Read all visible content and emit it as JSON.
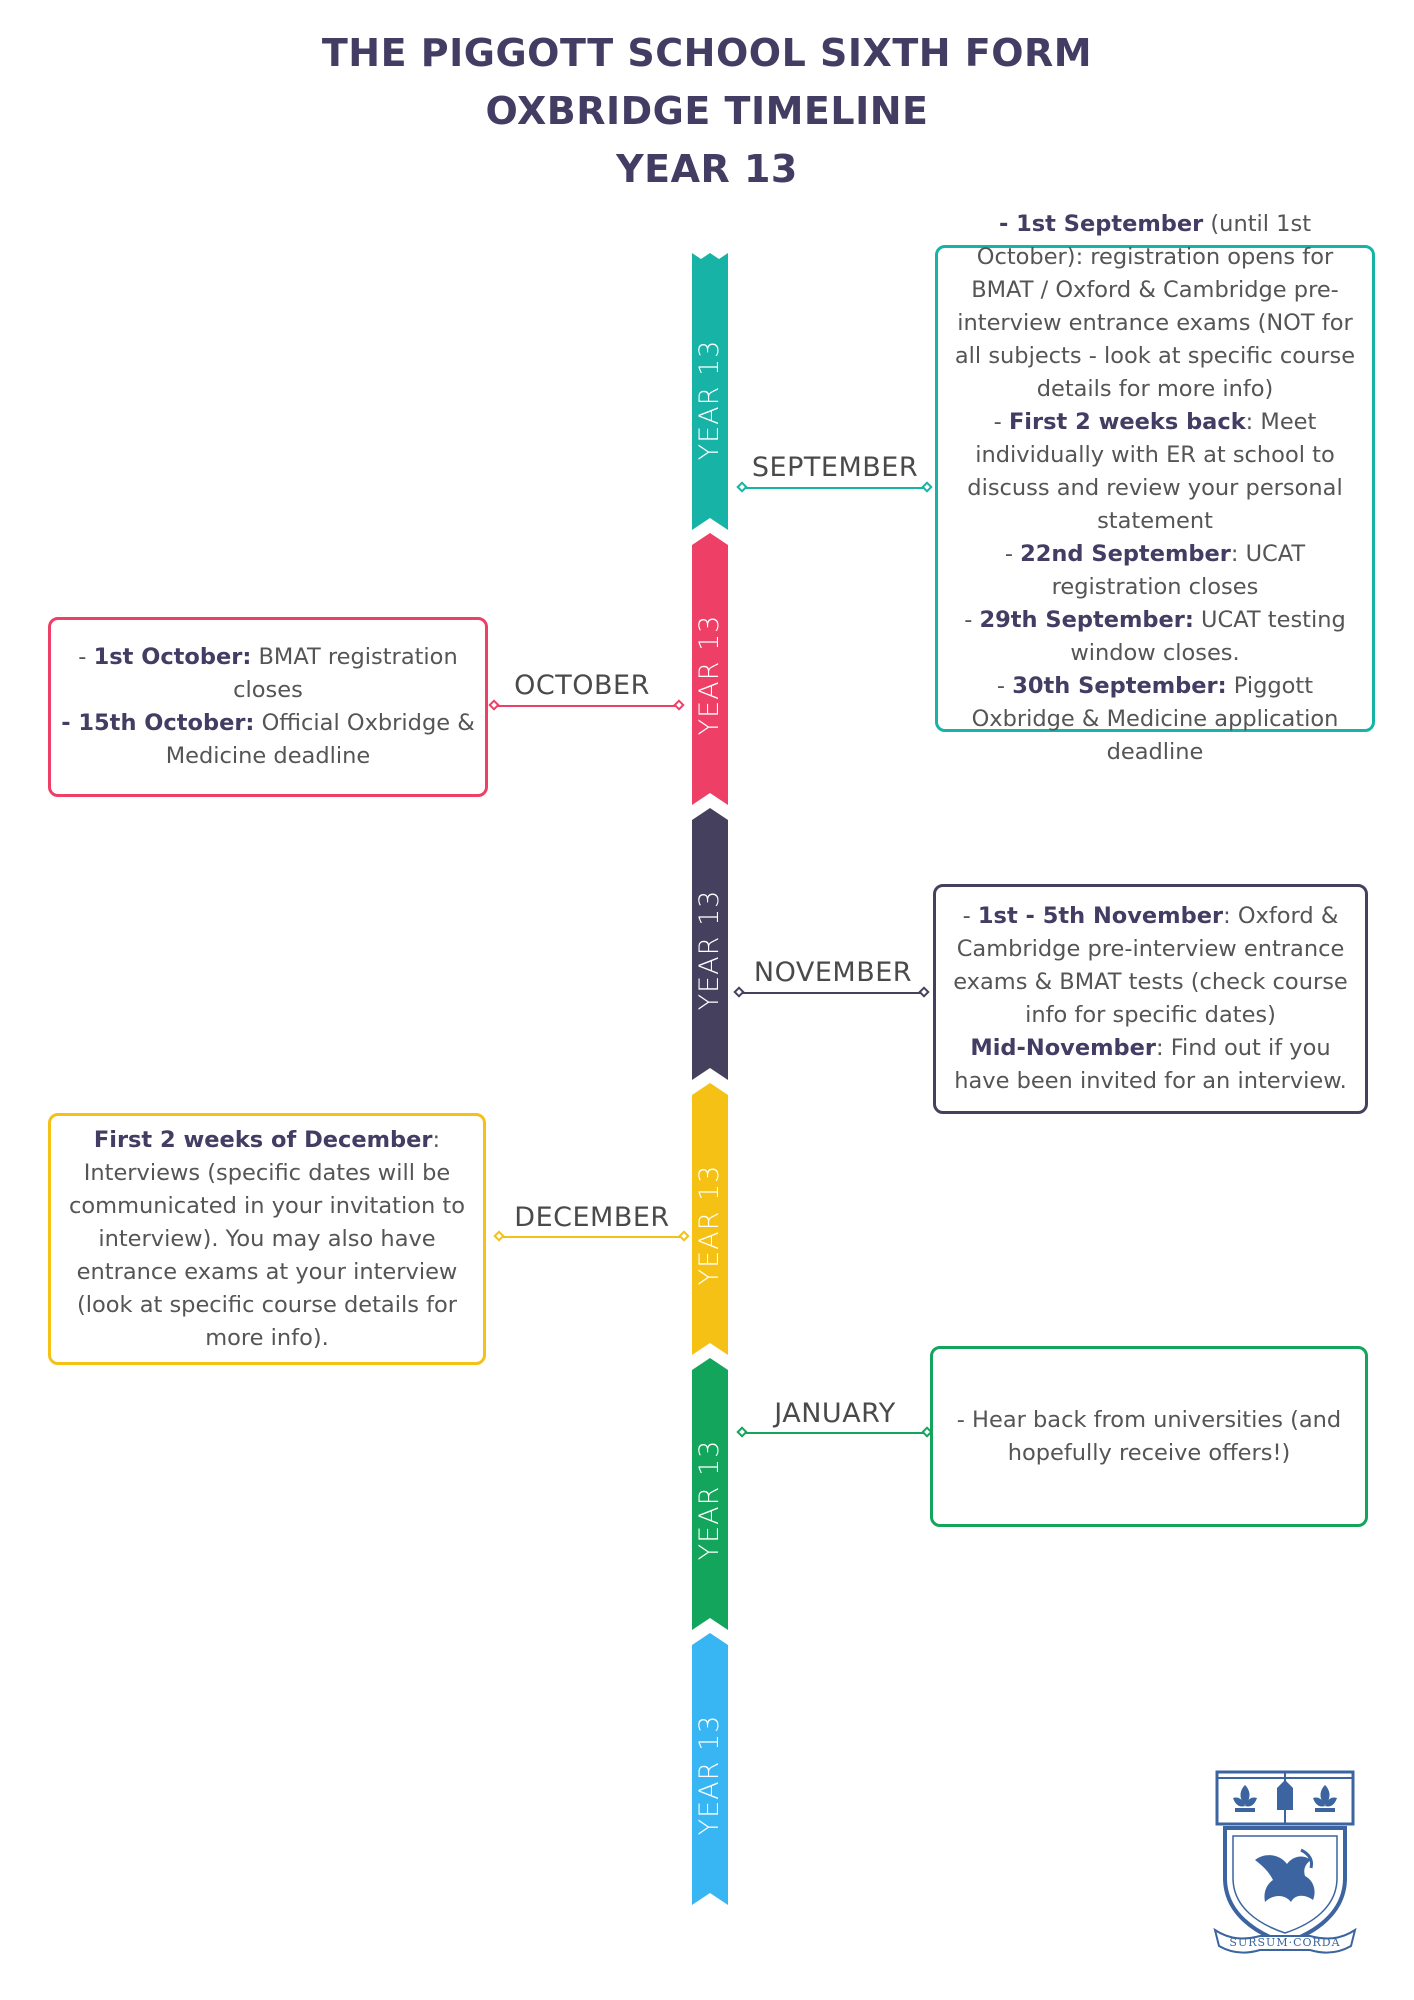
{
  "title": {
    "line1": "THE PIGGOTT SCHOOL SIXTH FORM",
    "line2": "OXBRIDGE TIMELINE",
    "line3": "YEAR 13"
  },
  "segment_label": "YEAR 13",
  "colors": {
    "title": "#433c63",
    "teal": "#16b3a6",
    "pink": "#ee3f66",
    "navy": "#46405f",
    "yellow": "#f4c114",
    "green": "#12a55b",
    "blue": "#38b6f4"
  },
  "months": [
    {
      "name": "SEPTEMBER",
      "color": "#16b3a6",
      "side": "right",
      "items": [
        {
          "bold": "- 1st September",
          "text": " (until 1st October): registration opens for BMAT / Oxford & Cambridge pre-interview entrance exams (NOT for all subjects - look at specific course details for more info)"
        },
        {
          "prefix": "- ",
          "bold": "First 2 weeks back",
          "text": ": Meet individually with ER at school to discuss and review your personal statement"
        },
        {
          "prefix": "- ",
          "bold": "22nd September",
          "text": ": UCAT registration closes"
        },
        {
          "prefix": "- ",
          "bold": "29th September:",
          "text": " UCAT testing window closes."
        },
        {
          "prefix": "- ",
          "bold": "30th September:",
          "text": " Piggott Oxbridge & Medicine application deadline"
        }
      ]
    },
    {
      "name": "OCTOBER",
      "color": "#ee3f66",
      "side": "left",
      "items": [
        {
          "prefix": "- ",
          "bold": "1st October:",
          "text": " BMAT registration closes"
        },
        {
          "bold": "- 15th October:",
          "text": " Official Oxbridge & Medicine deadline"
        }
      ]
    },
    {
      "name": "NOVEMBER",
      "color": "#46405f",
      "side": "right",
      "items": [
        {
          "prefix": "- ",
          "bold": "1st - 5th November",
          "text": ": Oxford & Cambridge pre-interview entrance exams & BMAT tests (check course info for specific dates)"
        },
        {
          "bold": "Mid-November",
          "text": ": Find out if you have been invited for an interview."
        }
      ]
    },
    {
      "name": "DECEMBER",
      "color": "#f4c114",
      "side": "left",
      "items": [
        {
          "bold": "First 2 weeks of December",
          "text": ": Interviews (specific dates will be communicated in your invitation to interview). You may also have entrance exams at your interview (look at specific course details for more info)."
        }
      ]
    },
    {
      "name": "JANUARY",
      "color": "#12a55b",
      "side": "right",
      "items": [
        {
          "text": "- Hear back from universities (and hopefully receive offers!)"
        }
      ]
    }
  ],
  "crest": {
    "motto": "SURSUM CORDA"
  }
}
